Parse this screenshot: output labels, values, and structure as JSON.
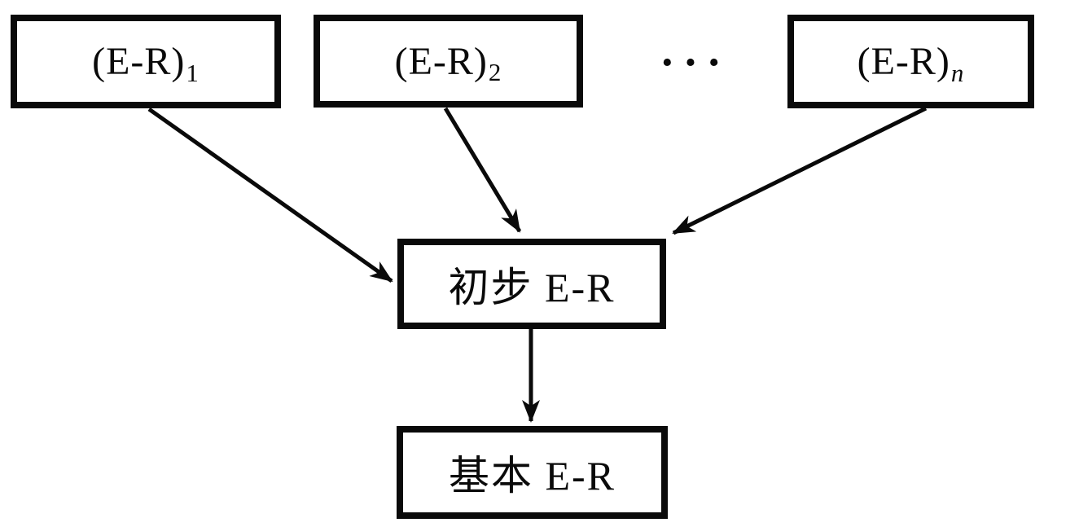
{
  "diagram": {
    "title_semantic": "E-R model integration flow",
    "top_nodes": [
      {
        "label": "(E-R)",
        "sub": "1"
      },
      {
        "label": "(E-R)",
        "sub": "2"
      },
      {
        "label": "(E-R)",
        "sub": "n"
      }
    ],
    "ellipsis": "···",
    "middle_node": {
      "label": "初步 E-R"
    },
    "bottom_node": {
      "label": "基本 E-R"
    },
    "colors": {
      "stroke": "#0a0a0a",
      "background": "#ffffff"
    }
  }
}
